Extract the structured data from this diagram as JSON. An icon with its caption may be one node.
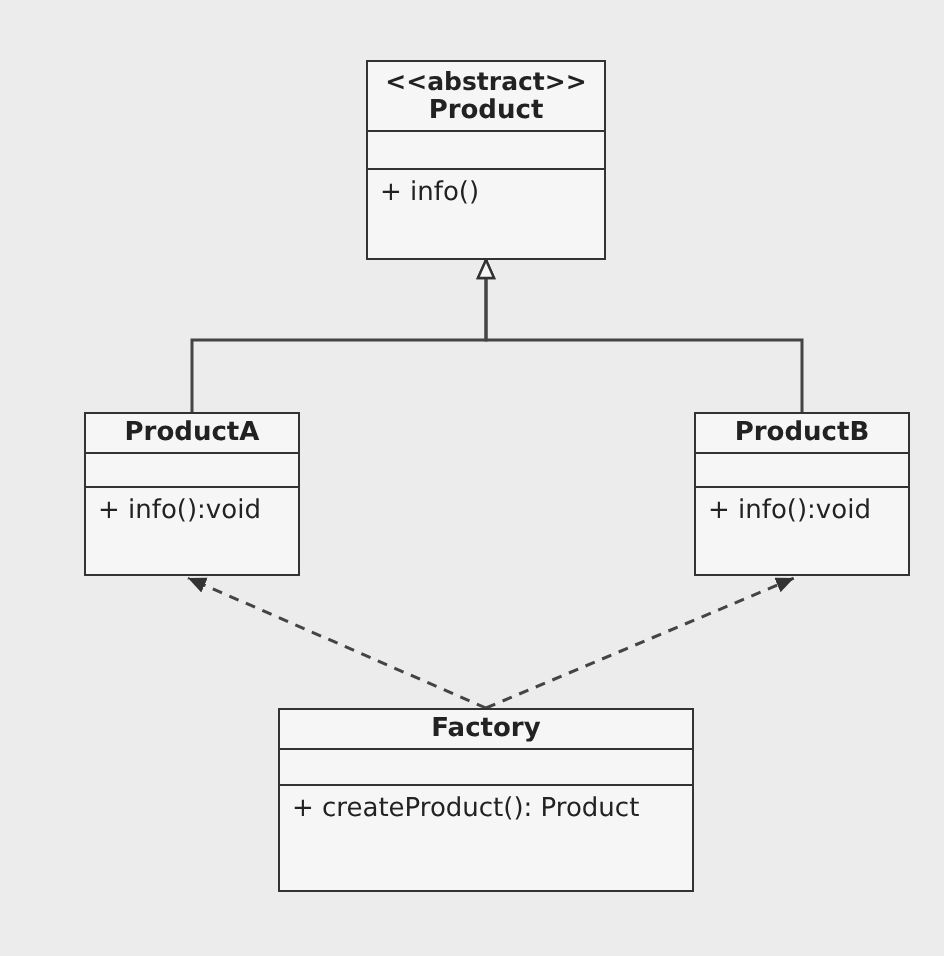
{
  "diagram": {
    "nodes": [
      {
        "text": [
          "<<abstract>>",
          "Product",
          "+ info()"
        ]
      },
      {
        "text": [
          "ProductA",
          "+ info():void"
        ]
      },
      {
        "text": [
          "ProductB",
          "+ info():void"
        ]
      },
      {
        "text": [
          "Factory",
          "+ createProduct():  Product"
        ]
      }
    ],
    "edges": [
      {
        "from": 1,
        "to": 0,
        "arrow": "to"
      },
      {
        "from": 2,
        "to": 0,
        "arrow": "to"
      },
      {
        "from": 3,
        "to": 1,
        "arrow": "to",
        "style": "dashed"
      },
      {
        "from": 3,
        "to": 2,
        "arrow": "to",
        "style": "dashed"
      }
    ]
  }
}
